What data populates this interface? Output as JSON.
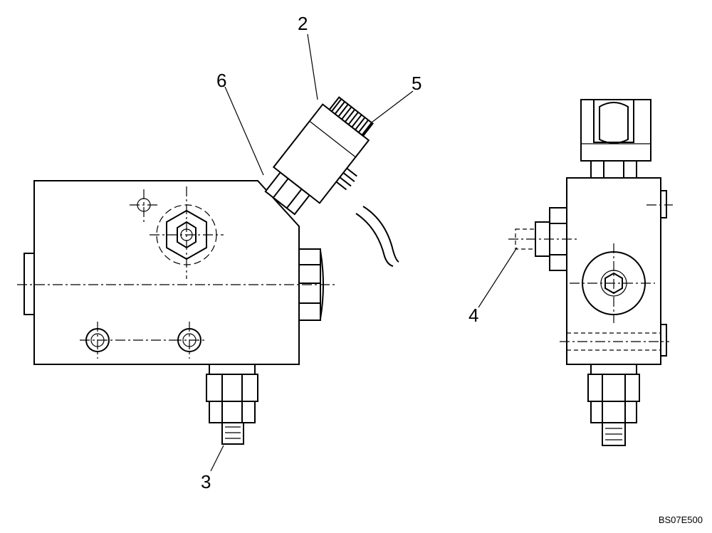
{
  "diagram": {
    "reference_code": "BS07E500",
    "callouts": [
      {
        "id": "1",
        "label": "2"
      },
      {
        "id": "2",
        "label": "5"
      },
      {
        "id": "3",
        "label": "6"
      },
      {
        "id": "4",
        "label": "4"
      },
      {
        "id": "5",
        "label": "3"
      }
    ]
  }
}
